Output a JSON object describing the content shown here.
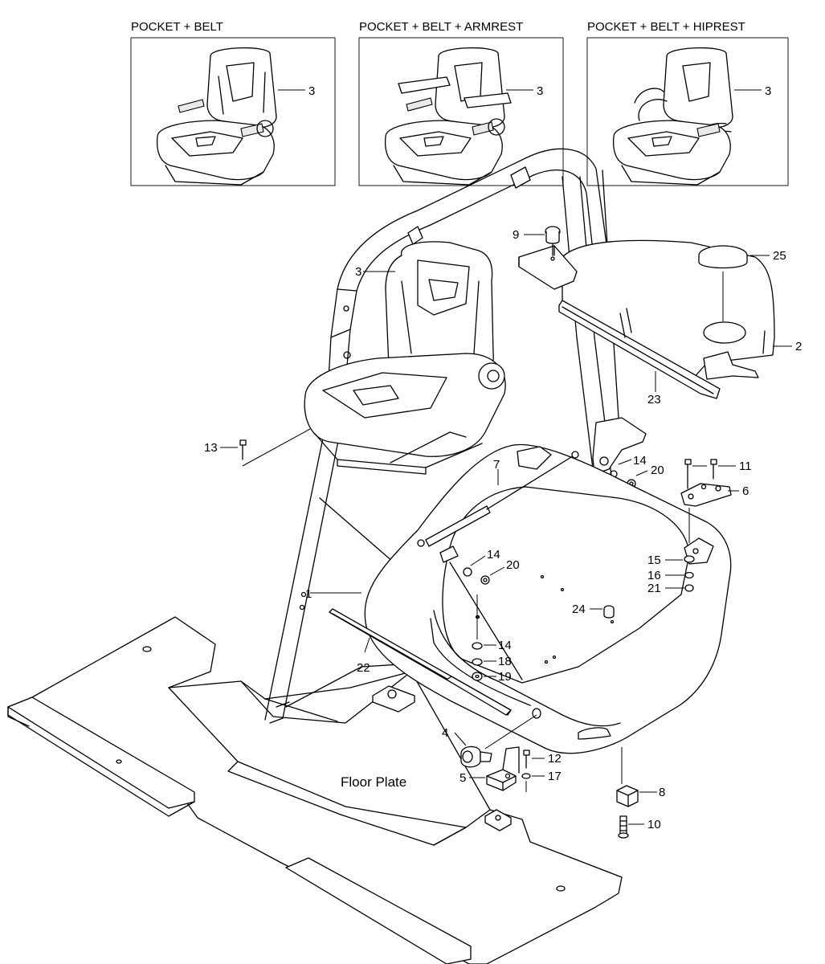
{
  "variants": [
    {
      "title": "POCKET + BELT",
      "callout": "3"
    },
    {
      "title": "POCKET + BELT + ARMREST",
      "callout": "3"
    },
    {
      "title": "POCKET + BELT + HIPREST",
      "callout": "3"
    }
  ],
  "floor_plate_label": "Floor Plate",
  "callouts": {
    "c1": "1",
    "c2": "2",
    "c3": "3",
    "c4": "4",
    "c5": "5",
    "c6": "6",
    "c7": "7",
    "c8": "8",
    "c9": "9",
    "c10": "10",
    "c11": "11",
    "c12": "12",
    "c13": "13",
    "c14a": "14",
    "c14b": "14",
    "c14c": "14",
    "c15": "15",
    "c16": "16",
    "c17": "17",
    "c18": "18",
    "c19": "19",
    "c20a": "20",
    "c20b": "20",
    "c21": "21",
    "c22": "22",
    "c23": "23",
    "c24": "24",
    "c25": "25"
  }
}
